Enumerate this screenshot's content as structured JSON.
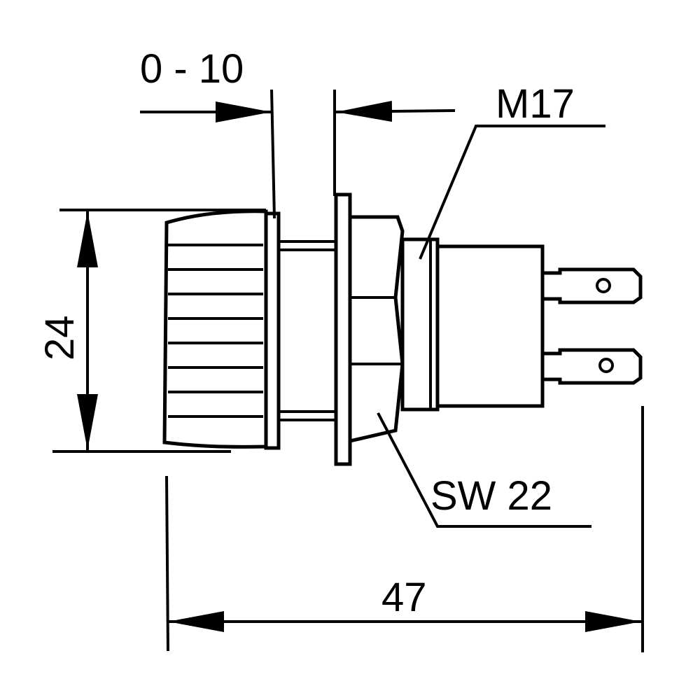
{
  "drawing": {
    "dimensions": {
      "panel_thickness": "0 - 10",
      "thread": "M17",
      "diameter": "24",
      "wrench_size": "SW 22",
      "length": "47"
    },
    "colors": {
      "ink": "#000000",
      "paper": "#ffffff"
    }
  }
}
